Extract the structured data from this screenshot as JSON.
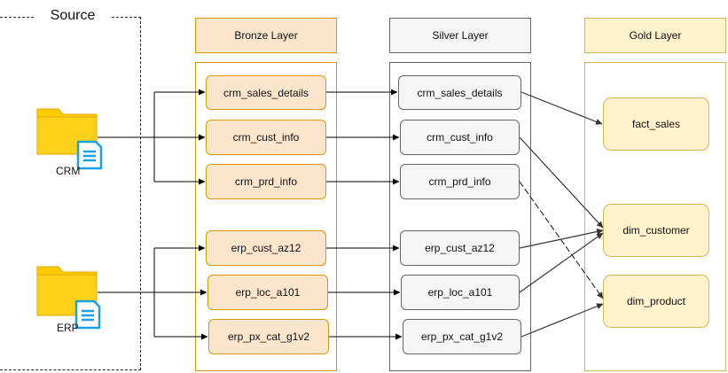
{
  "source": {
    "title": "Source"
  },
  "folders": {
    "crm_label": "CRM",
    "erp_label": "ERP"
  },
  "layers": {
    "bronze": {
      "title": "Bronze Layer",
      "tables": [
        "crm_sales_details",
        "crm_cust_info",
        "crm_prd_info",
        "erp_cust_az12",
        "erp_loc_a101",
        "erp_px_cat_g1v2"
      ]
    },
    "silver": {
      "title": "Silver Layer",
      "tables": [
        "crm_sales_details",
        "crm_cust_info",
        "crm_prd_info",
        "erp_cust_az12",
        "erp_loc_a101",
        "erp_px_cat_g1v2"
      ]
    },
    "gold": {
      "title": "Gold Layer",
      "tables": [
        "fact_sales",
        "dim_customer",
        "dim_product"
      ]
    }
  },
  "colors": {
    "bronze_fill": "#FCE5CD",
    "bronze_stroke": "#D79B00",
    "silver_fill": "#F5F5F5",
    "silver_stroke": "#666666",
    "gold_fill": "#FFF2CC",
    "gold_stroke": "#D6B656",
    "folder_yellow": "#FFCC00",
    "doc_blue": "#1BA1E2"
  }
}
